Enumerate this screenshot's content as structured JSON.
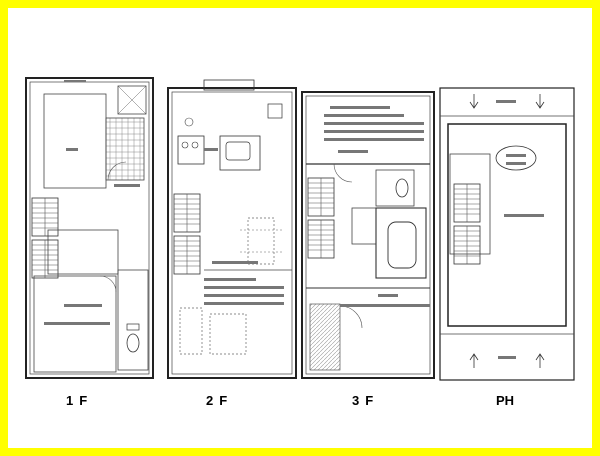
{
  "captions": {
    "f1": "1F",
    "f2": "2F",
    "f3": "3F",
    "ph": "PH"
  },
  "colors": {
    "border": "#ffff00",
    "sheet": "#ffffff",
    "line": "#222222",
    "tile": "#777777"
  }
}
